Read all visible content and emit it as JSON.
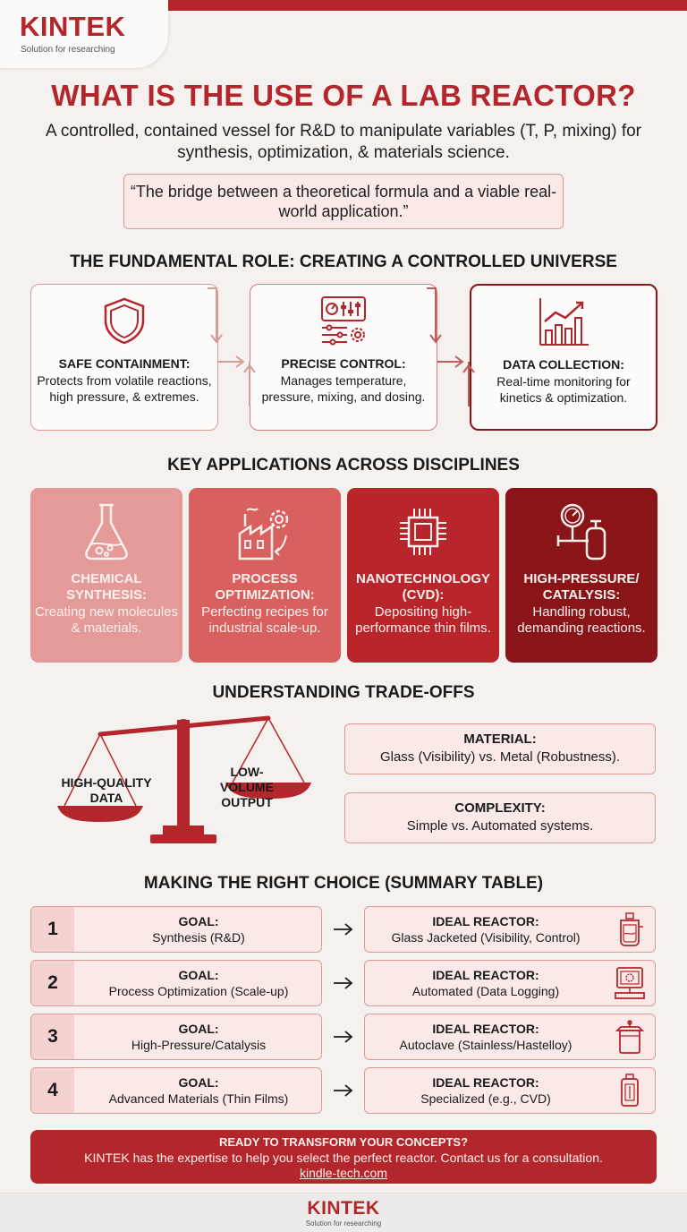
{
  "brand": {
    "name": "KINTEK",
    "tagline": "Solution for researching"
  },
  "title": "WHAT IS THE USE OF A LAB REACTOR?",
  "subtitle": "A controlled, contained vessel for R&D to manipulate variables (T, P, mixing) for synthesis, optimization, & materials science.",
  "quote": "“The bridge between a theoretical formula and a viable real-world application.”",
  "fundamental": {
    "heading": "THE FUNDAMENTAL ROLE: CREATING A CONTROLLED UNIVERSE",
    "items": [
      {
        "title": "SAFE CONTAINMENT:",
        "desc": "Protects from volatile reactions, high pressure, & extremes.",
        "icon": "shield-icon"
      },
      {
        "title": "PRECISE CONTROL:",
        "desc": "Manages temperature, pressure, mixing, and dosing.",
        "icon": "control-panel-icon"
      },
      {
        "title": "DATA COLLECTION:",
        "desc": "Real-time monitoring for kinetics & optimization.",
        "icon": "bar-chart-icon"
      }
    ]
  },
  "applications": {
    "heading": "KEY APPLICATIONS ACROSS DISCIPLINES",
    "items": [
      {
        "title": "CHEMICAL SYNTHESIS:",
        "desc": "Creating new molecules & materials.",
        "icon": "flask-icon"
      },
      {
        "title": "PROCESS OPTIMIZATION:",
        "desc": "Perfecting recipes for industrial scale-up.",
        "icon": "factory-gear-icon"
      },
      {
        "title": "NANOTECHNOLOGY (CVD):",
        "desc": "Depositing high-performance thin films.",
        "icon": "chip-icon"
      },
      {
        "title": "HIGH-PRESSURE/ CATALYSIS:",
        "desc": "Handling robust, demanding reactions.",
        "icon": "pressure-gauge-icon"
      }
    ]
  },
  "tradeoffs": {
    "heading": "UNDERSTANDING TRADE-OFFS",
    "left_label": "HIGH-QUALITY DATA",
    "right_label": "LOW-VOLUME OUTPUT",
    "boxes": [
      {
        "title": "MATERIAL:",
        "desc": "Glass (Visibility) vs. Metal (Robustness)."
      },
      {
        "title": "COMPLEXITY:",
        "desc": "Simple vs. Automated systems."
      }
    ]
  },
  "summary": {
    "heading": "MAKING THE RIGHT CHOICE (SUMMARY TABLE)",
    "goal_label": "GOAL:",
    "ideal_label": "IDEAL REACTOR:",
    "rows": [
      {
        "num": "1",
        "goal": "Synthesis (R&D)",
        "ideal": "Glass Jacketed (Visibility, Control)",
        "icon": "jacketed-reactor-icon"
      },
      {
        "num": "2",
        "goal": "Process Optimization (Scale-up)",
        "ideal": "Automated (Data Logging)",
        "icon": "automated-system-icon"
      },
      {
        "num": "3",
        "goal": "High-Pressure/Catalysis",
        "ideal": "Autoclave (Stainless/Hastelloy)",
        "icon": "autoclave-icon"
      },
      {
        "num": "4",
        "goal": "Advanced Materials (Thin Films)",
        "ideal": "Specialized (e.g., CVD)",
        "icon": "cvd-reactor-icon"
      }
    ]
  },
  "cta": {
    "heading": "READY TO TRANSFORM YOUR CONCEPTS?",
    "text": "KINTEK has the expertise to help you select the perfect reactor. Contact us for a consultation.",
    "link": "kindle-tech.com"
  },
  "colors": {
    "brand": "#b3262c",
    "app1": "#e39a99",
    "app2": "#d8605f",
    "app3": "#b8262c",
    "app4": "#8a1519",
    "box_fill": "#fae9e7",
    "box_border": "#d89b98"
  }
}
